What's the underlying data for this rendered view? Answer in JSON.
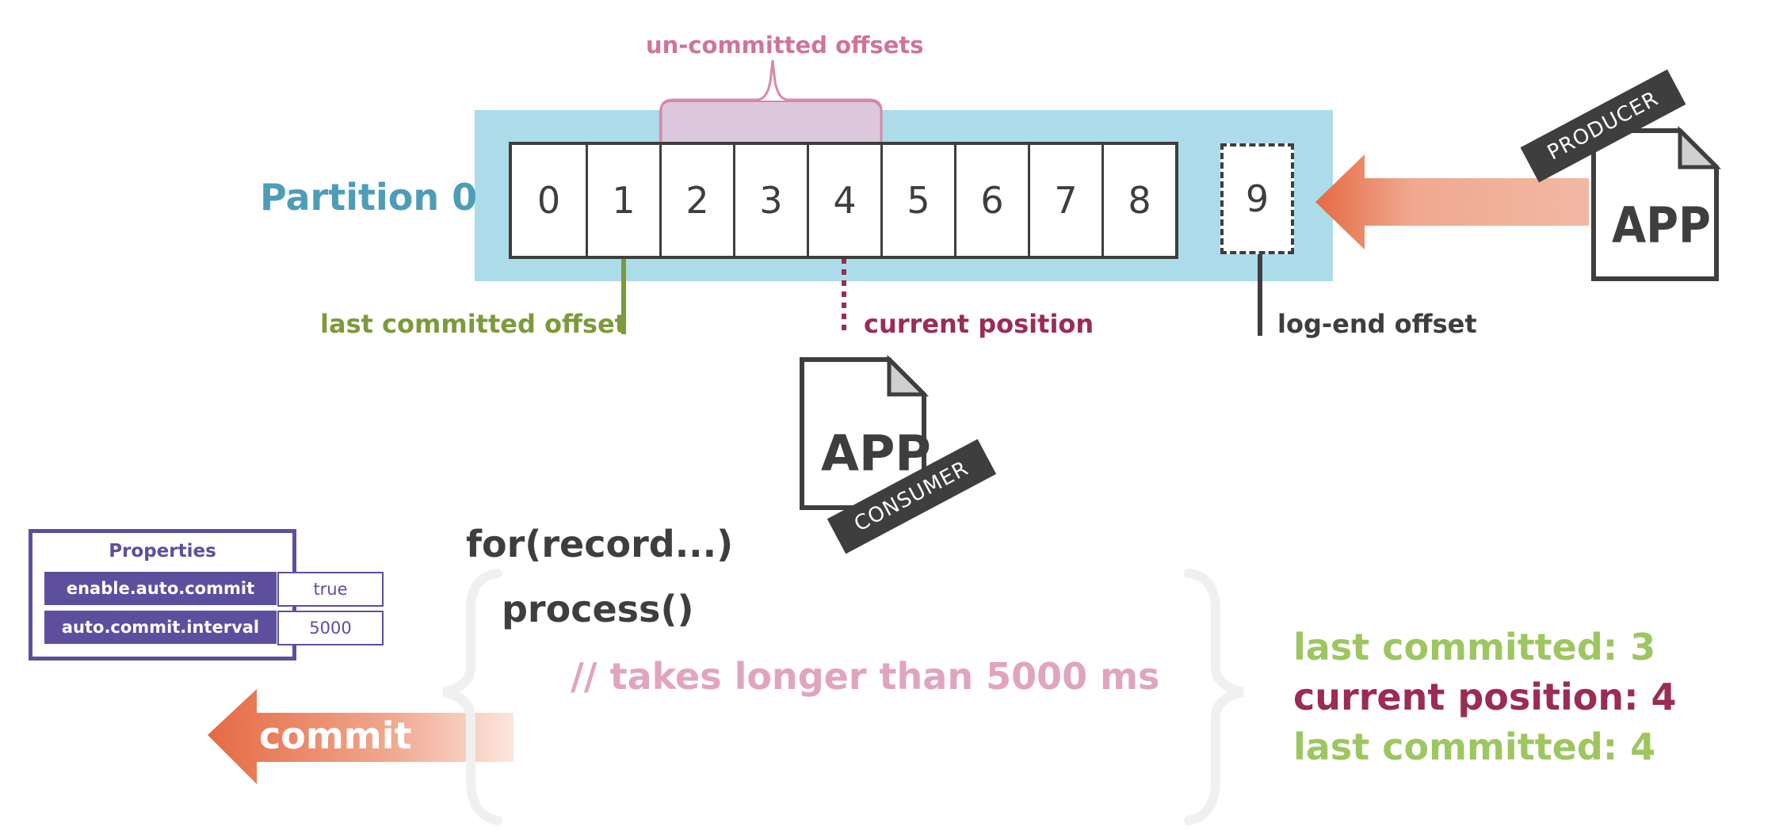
{
  "partition": {
    "label": "Partition 0",
    "offsets": [
      "0",
      "1",
      "2",
      "3",
      "4",
      "5",
      "6",
      "7",
      "8"
    ],
    "next_offset": "9",
    "uncommitted_label": "un-committed offsets"
  },
  "markers": {
    "last_committed": "last committed offset",
    "current_position": "current position",
    "log_end": "log-end offset"
  },
  "producer": {
    "tag": "PRODUCER",
    "app": "APP"
  },
  "consumer": {
    "tag": "CONSUMER",
    "app": "APP"
  },
  "properties": {
    "title": "Properties",
    "rows": [
      {
        "key": "enable.auto.commit",
        "value": "true"
      },
      {
        "key": "auto.commit.interval",
        "value": "5000"
      }
    ]
  },
  "code": {
    "loop": "for(record...)",
    "call": "process()",
    "comment": "// takes longer than 5000 ms"
  },
  "commit_label": "commit",
  "status": {
    "line1": "last committed: 3",
    "line2": "current position: 4",
    "line3": "last committed: 4"
  },
  "colors": {
    "partition_bg": "#acdbe9",
    "partition_label": "#4e9db8",
    "uncommitted": "#d0739b",
    "last_committed": "#7b9b3b",
    "current_position": "#9a2c55",
    "dark": "#3e3e3e",
    "arrow": "#e56a43",
    "properties": "#5d4f9e",
    "status_green": "#9dc660"
  }
}
